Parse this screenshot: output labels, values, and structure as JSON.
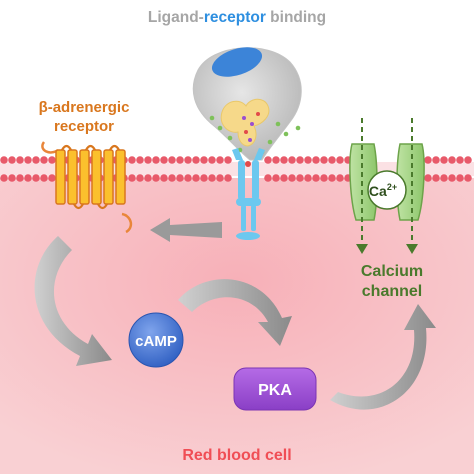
{
  "title": {
    "prefix": "Ligand-",
    "highlight": "receptor",
    "suffix": " binding"
  },
  "labels": {
    "beta_receptor_line1": "β-adrenergic",
    "beta_receptor_line2": "receptor",
    "camp": "cAMP",
    "pka": "PKA",
    "calcium_ion": "Ca",
    "calcium_charge": "2+",
    "calcium_channel_line1": "Calcium",
    "calcium_channel_line2": "channel",
    "cell": "Red blood cell"
  },
  "colors": {
    "title_gray": "#a6a6a6",
    "title_blue": "#2e8fe0",
    "beta_orange": "#d9771e",
    "receptor_yellow": "#fbc02d",
    "camp_blue": "#3d6fd0",
    "pka_purple": "#8e44c9",
    "channel_green": "#4a7a2c",
    "cell_red": "#f04e55",
    "cytoplasm_pink": "#f9c9cd",
    "membrane_red": "#e85a6a",
    "receptor_cyan": "#6cc8ef",
    "arrow_gray": "#8f8f8f"
  }
}
